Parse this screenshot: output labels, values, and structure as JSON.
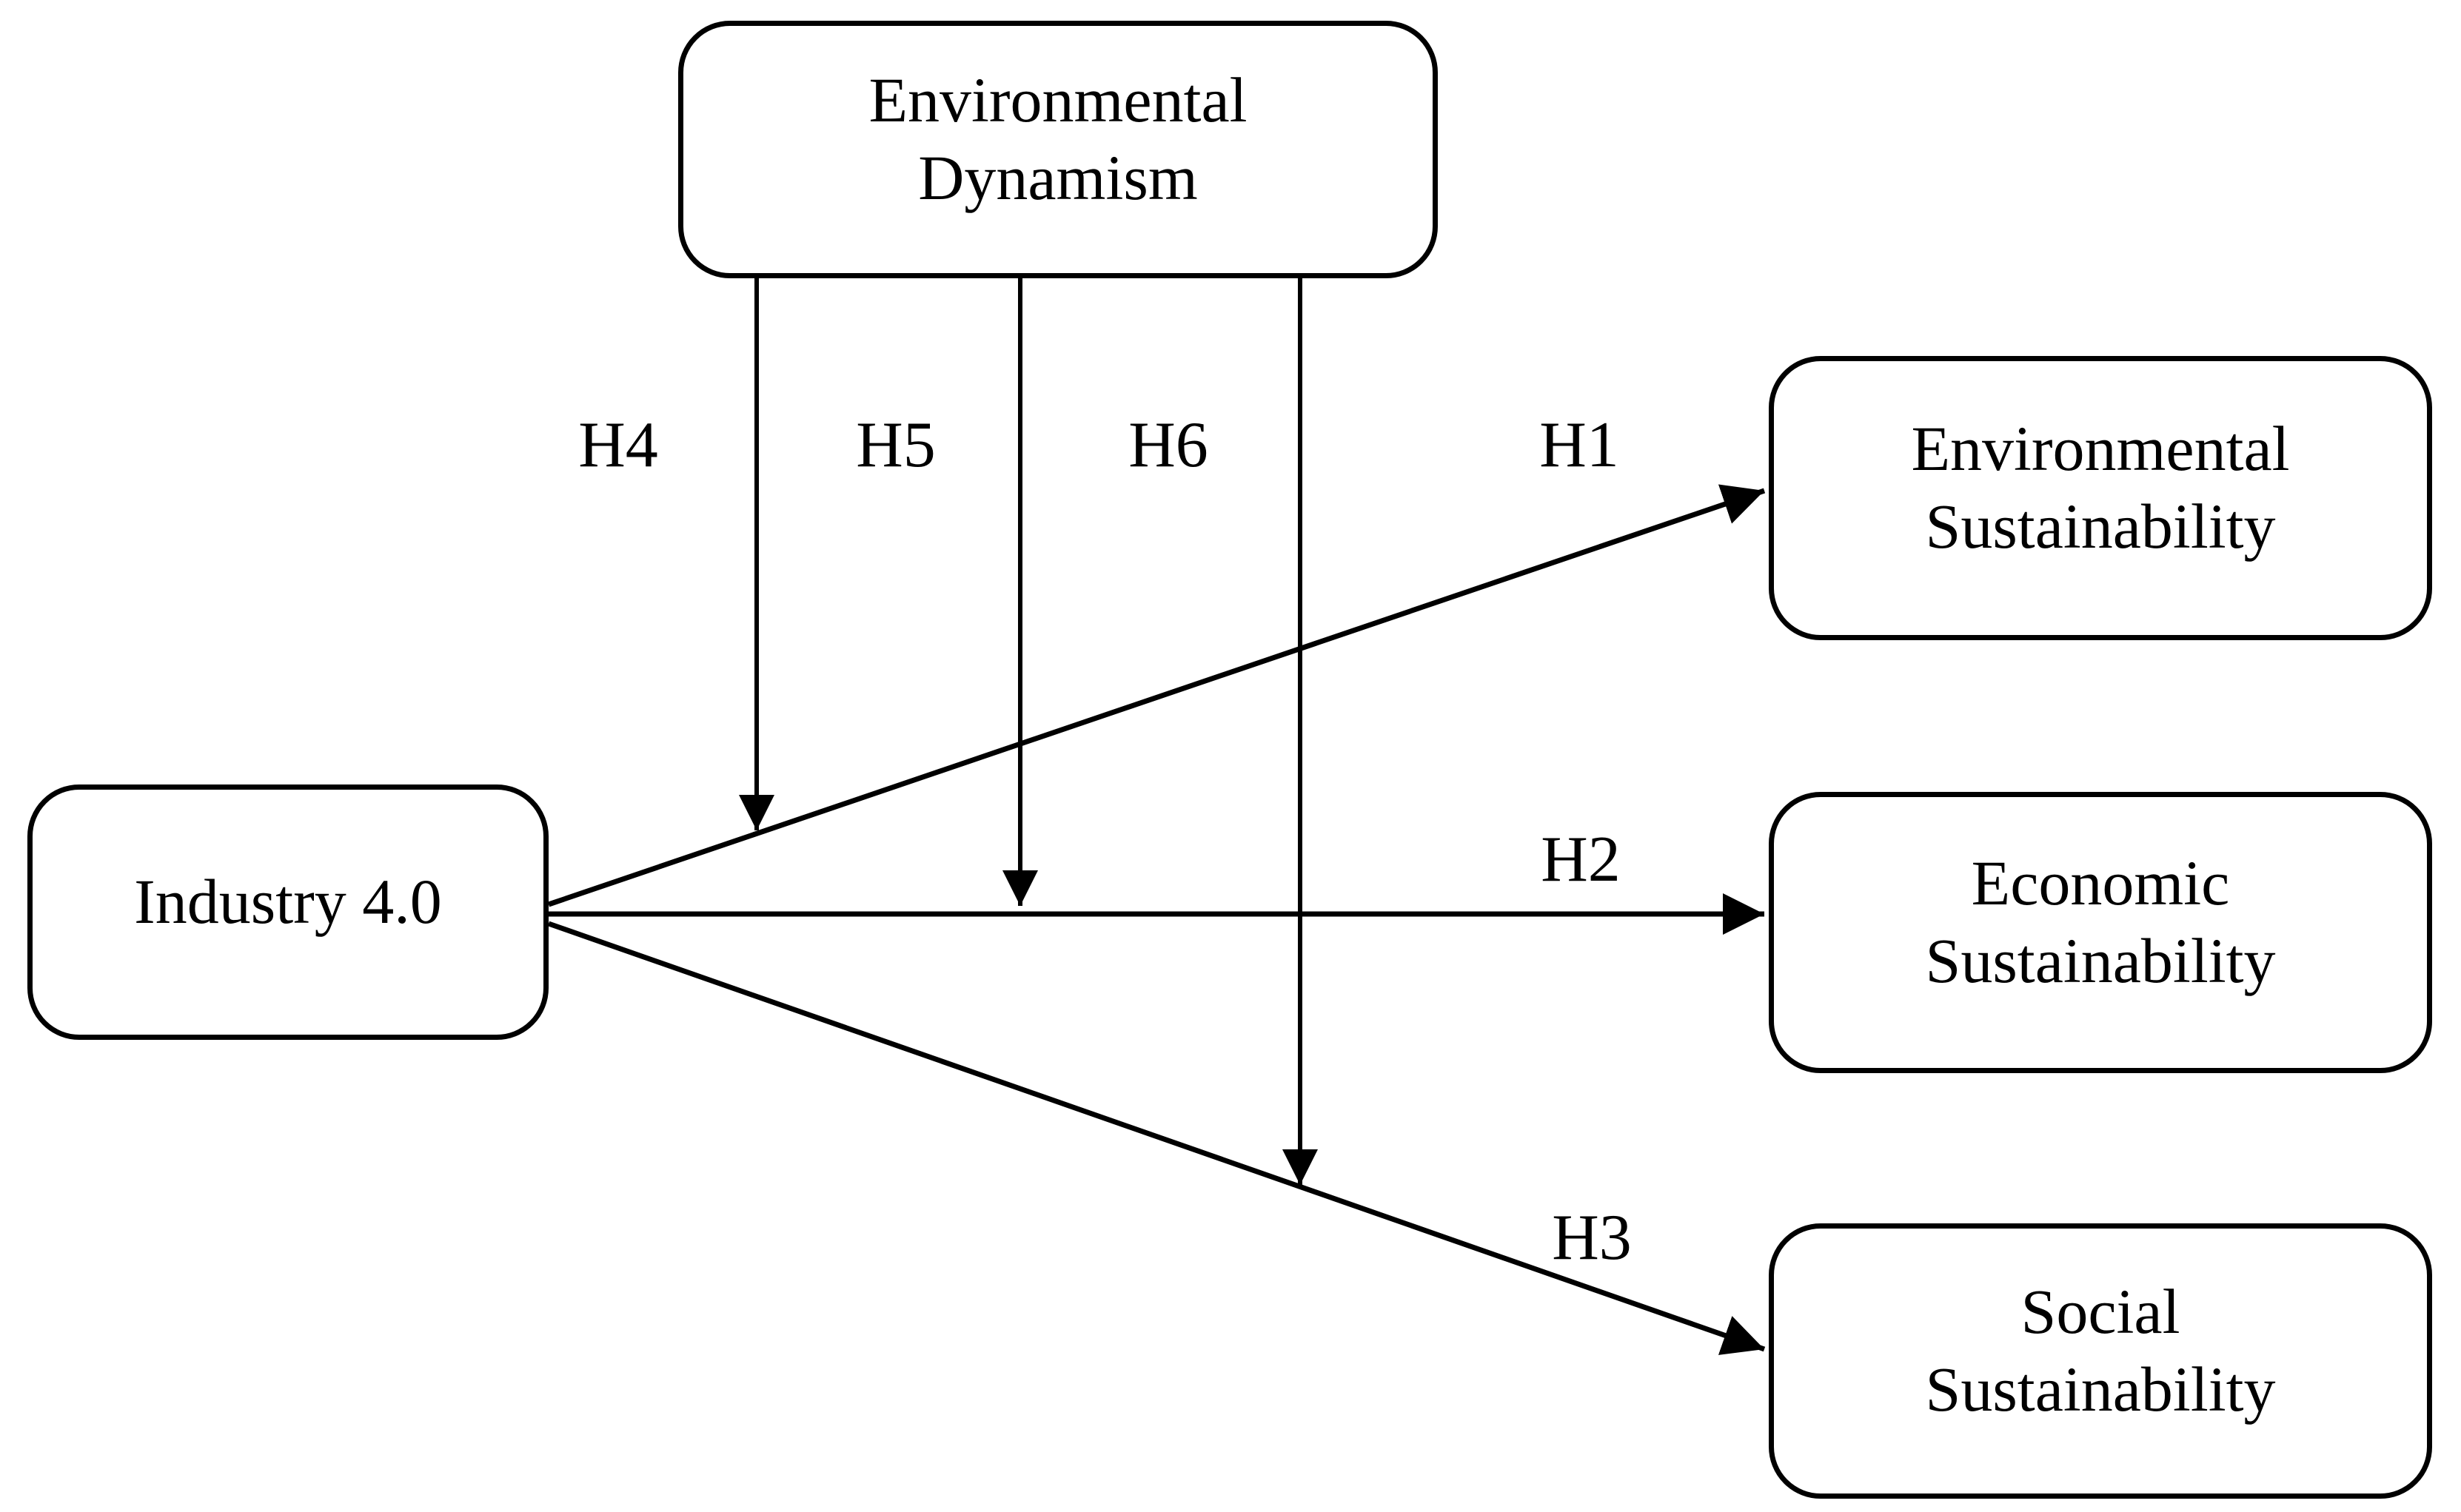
{
  "colors": {
    "background": "#ffffff",
    "line": "#000000",
    "text": "#000000"
  },
  "nodes": [
    {
      "id": "environmental-dynamism",
      "label": "Environmental\nDynamism"
    },
    {
      "id": "industry-4-0",
      "label": "Industry 4.0"
    },
    {
      "id": "environmental-sustainability",
      "label": "Environmental\nSustainability"
    },
    {
      "id": "economic-sustainability",
      "label": "Economic\nSustainability"
    },
    {
      "id": "social-sustainability",
      "label": "Social\nSustainability"
    }
  ],
  "edges": [
    {
      "label": "H1",
      "from": "Industry 4.0",
      "to": "Environmental Sustainability",
      "type": "direct"
    },
    {
      "label": "H2",
      "from": "Industry 4.0",
      "to": "Economic Sustainability",
      "type": "direct"
    },
    {
      "label": "H3",
      "from": "Industry 4.0",
      "to": "Social Sustainability",
      "type": "direct"
    },
    {
      "label": "H4",
      "from": "Environmental Dynamism",
      "to": "path H1 (Industry 4.0 to Environmental Sustainability)",
      "type": "moderation"
    },
    {
      "label": "H5",
      "from": "Environmental Dynamism",
      "to": "path H2 (Industry 4.0 to Economic Sustainability)",
      "type": "moderation"
    },
    {
      "label": "H6",
      "from": "Environmental Dynamism",
      "to": "path H3 (Industry 4.0 to Social Sustainability)",
      "type": "moderation"
    }
  ]
}
